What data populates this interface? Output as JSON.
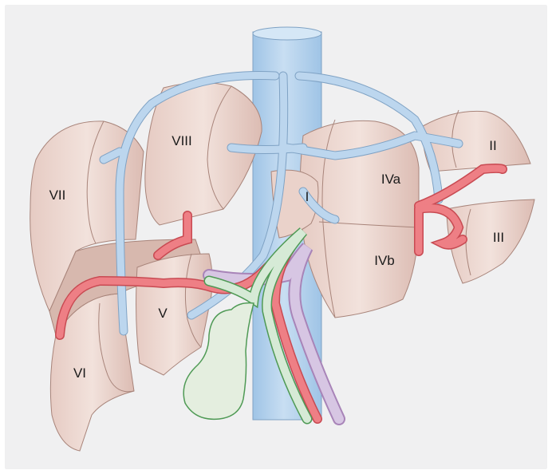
{
  "segments": {
    "I": "I",
    "II": "II",
    "III": "III",
    "IVa": "IVa",
    "IVb": "IVb",
    "V": "V",
    "VI": "VI",
    "VII": "VII",
    "VIII": "VIII"
  },
  "colors": {
    "background": "#f0f0f1",
    "liver_segment": "#ecd8d2",
    "liver_segment_shade": "#d8b8ae",
    "liver_outline": "#a8847a",
    "vena_cava": "#b7d4ec",
    "hepatic_vein": "#bcd6ee",
    "vein_outline": "#7fa2c4",
    "portal_vein": "#d7c6e3",
    "hepatic_artery": "#ee7f85",
    "bile_duct": "#d6ead6",
    "gallbladder": "#e4eedf",
    "bile_outline": "#4f9a55"
  }
}
